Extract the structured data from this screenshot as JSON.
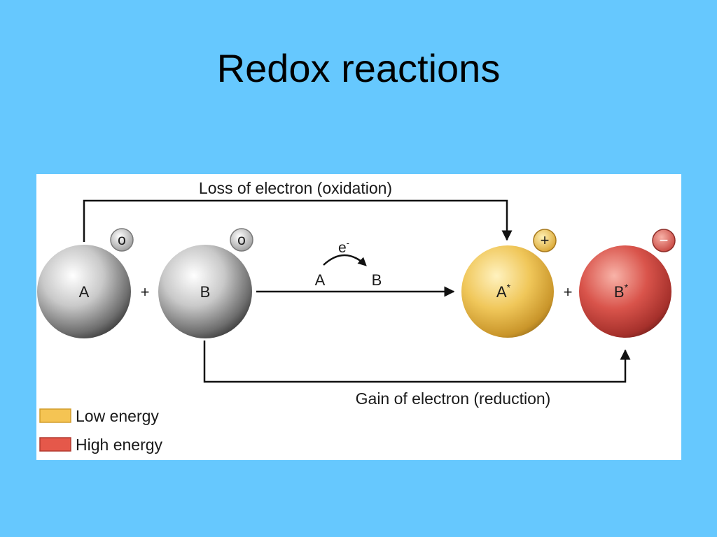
{
  "slide": {
    "title": "Redox reactions",
    "background_color": "#66c8fe"
  },
  "diagram": {
    "top_arrow_label": "Loss of electron (oxidation)",
    "bottom_arrow_label": "Gain of electron (reduction)",
    "transfer": {
      "electron_label": "e",
      "electron_superscript": "-",
      "from_label": "A",
      "to_label": "B"
    },
    "spheres": [
      {
        "id": "A",
        "label": "A",
        "charge": "o",
        "color": "grey"
      },
      {
        "id": "B",
        "label": "B",
        "charge": "o",
        "color": "grey"
      },
      {
        "id": "A-star",
        "label": "A",
        "label_suffix": "*",
        "charge": "+",
        "color": "#e8bf4e"
      },
      {
        "id": "B-star",
        "label": "B",
        "label_suffix": "*",
        "charge": "−",
        "color": "#cf4a44"
      }
    ],
    "plus_signs": [
      "+",
      "+"
    ],
    "legend": [
      {
        "label": "Low energy",
        "color": "#f5c453"
      },
      {
        "label": "High energy",
        "color": "#e5584a"
      }
    ]
  }
}
